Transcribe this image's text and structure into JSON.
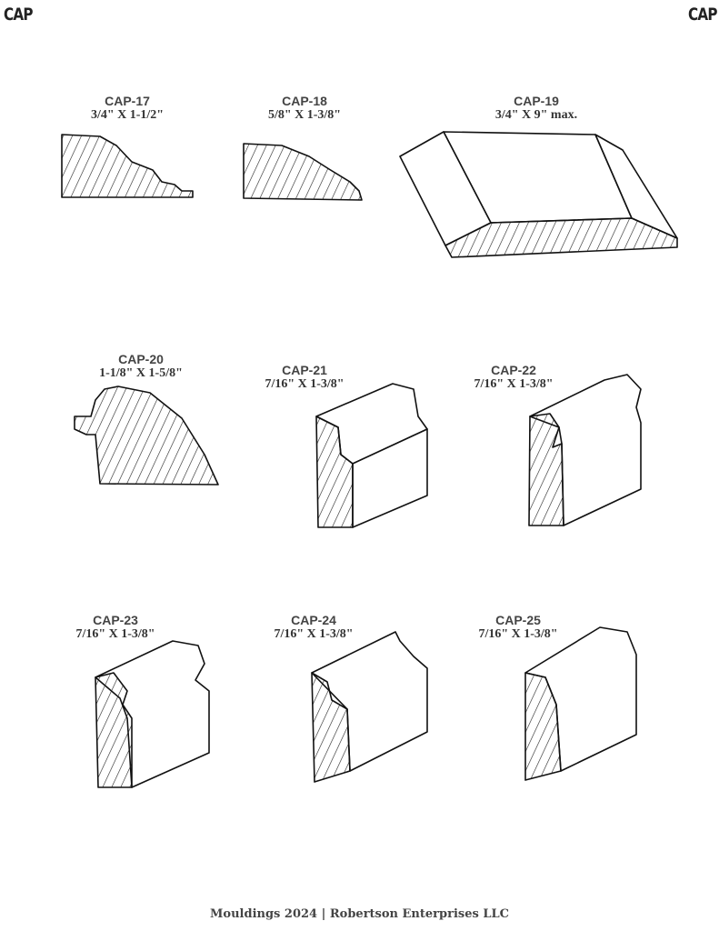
{
  "header": {
    "left": "CAP",
    "right": "CAP"
  },
  "items": [
    {
      "code": "CAP-17",
      "dim": "3/4\" X 1-1/2\""
    },
    {
      "code": "CAP-18",
      "dim": "5/8\" X 1-3/8\""
    },
    {
      "code": "CAP-19",
      "dim": "3/4\" X 9\" max."
    },
    {
      "code": "CAP-20",
      "dim": "1-1/8\" X 1-5/8\""
    },
    {
      "code": "CAP-21",
      "dim": "7/16\" X 1-3/8\""
    },
    {
      "code": "CAP-22",
      "dim": "7/16\" X 1-3/8\""
    },
    {
      "code": "CAP-23",
      "dim": "7/16\" X 1-3/8\""
    },
    {
      "code": "CAP-24",
      "dim": "7/16\" X 1-3/8\""
    },
    {
      "code": "CAP-25",
      "dim": "7/16\" X 1-3/8\""
    }
  ],
  "footer": "Mouldings 2024 | Robertson Enterprises LLC"
}
